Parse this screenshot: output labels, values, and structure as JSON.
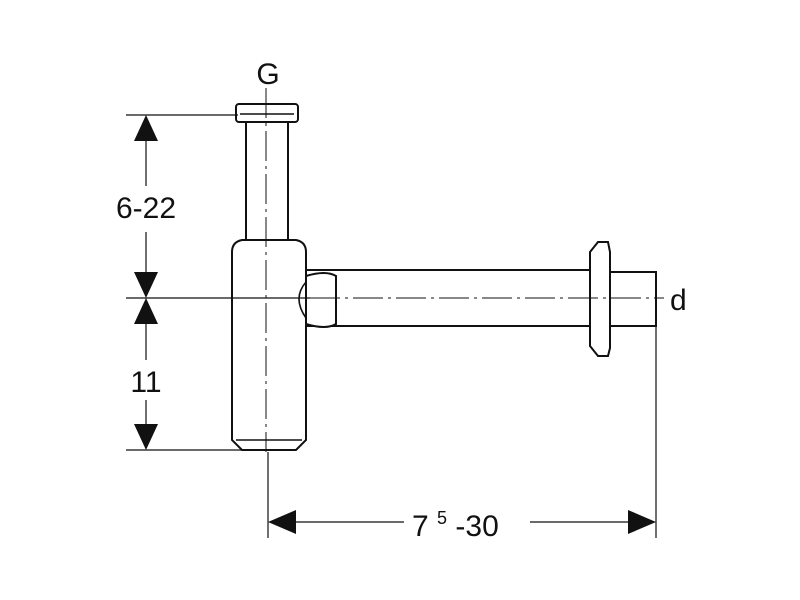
{
  "labels": {
    "top_connection": "G",
    "outlet_diameter": "d",
    "height_upper": "6-22",
    "height_lower": "11",
    "length_base": "7",
    "length_sup": "5",
    "length_rest": "-30"
  },
  "colors": {
    "line": "#111111",
    "background": "#ffffff"
  }
}
